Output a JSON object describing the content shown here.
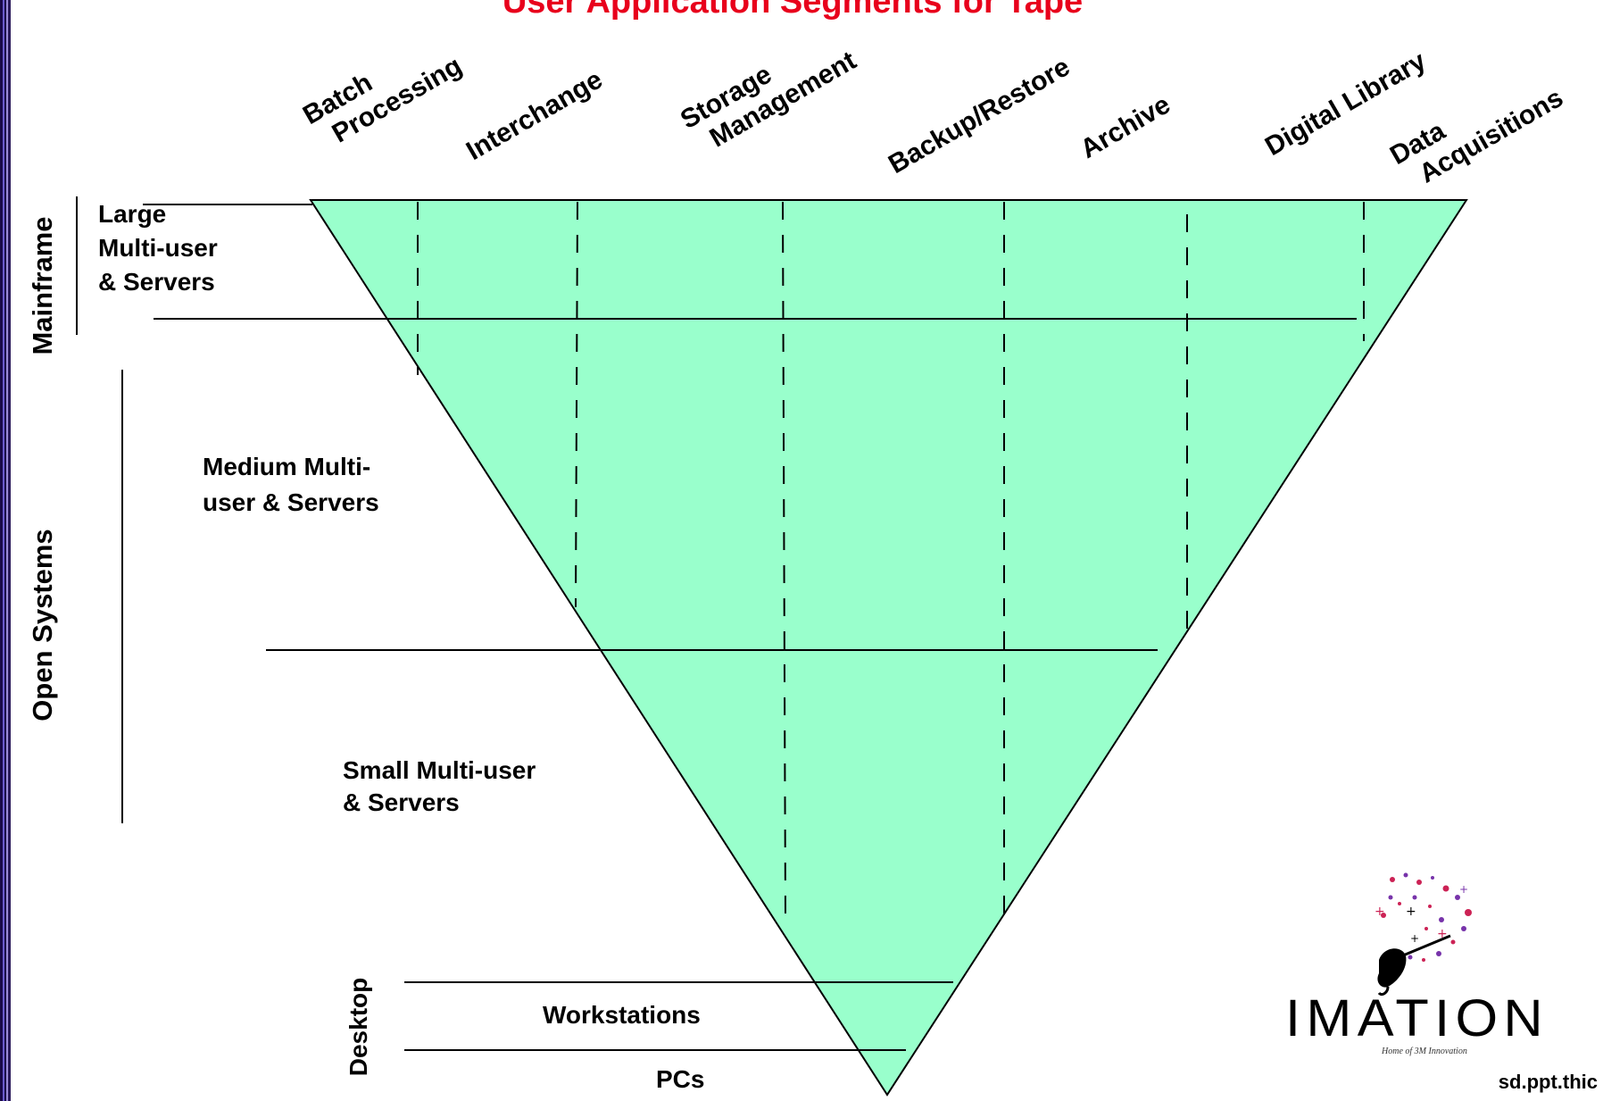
{
  "title": "User Application Segments for Tape",
  "columns": [
    {
      "lines": [
        "Batch",
        "Processing"
      ]
    },
    {
      "lines": [
        "Interchange"
      ]
    },
    {
      "lines": [
        "Storage",
        "Management"
      ]
    },
    {
      "lines": [
        "Backup/Restore"
      ]
    },
    {
      "lines": [
        "Archive"
      ]
    },
    {
      "lines": [
        "Digital Library"
      ]
    },
    {
      "lines": [
        "Data",
        "Acquisitions"
      ]
    }
  ],
  "groups": {
    "mainframe": "Mainframe",
    "open_systems": "Open Systems",
    "desktop": "Desktop"
  },
  "rows": {
    "large": [
      "Large",
      "Multi-user",
      "& Servers"
    ],
    "medium": [
      "Medium Multi-",
      "user & Servers"
    ],
    "small": [
      "Small Multi-user",
      "& Servers"
    ],
    "workstations": "Workstations",
    "pcs": "PCs"
  },
  "logo": {
    "brand": "IMATION",
    "tagline": "Home of 3M Innovation"
  },
  "footer": "sd.ppt.thic",
  "colors": {
    "title": "#e8001c",
    "triangle_fill": "#99ffcc"
  }
}
